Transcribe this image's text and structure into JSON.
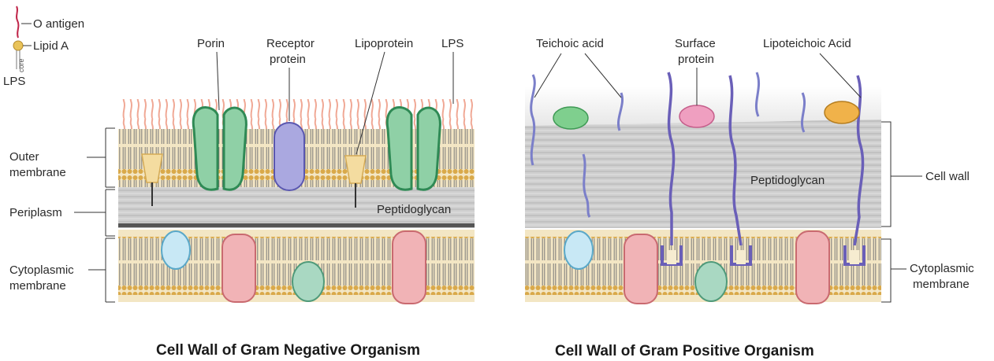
{
  "gram_negative": {
    "caption": "Cell Wall of Gram Negative Organism",
    "legend": {
      "o_antigen": "O antigen",
      "lipid_a": "Lipid A",
      "lps": "LPS",
      "core": "core"
    },
    "labels": {
      "porin": "Porin",
      "receptor_line1": "Receptor",
      "receptor_line2": "protein",
      "lipoprotein": "Lipoprotein",
      "lps": "LPS",
      "outer_line1": "Outer",
      "outer_line2": "membrane",
      "periplasm": "Periplasm",
      "peptidoglycan": "Peptidoglycan",
      "cyto_line1": "Cytoplasmic",
      "cyto_line2": "membrane"
    }
  },
  "gram_positive": {
    "caption": "Cell Wall of Gram Positive Organism",
    "labels": {
      "teichoic": "Teichoic acid",
      "surface_line1": "Surface",
      "surface_line2": "protein",
      "lipoteichoic": "Lipoteichoic Acid",
      "peptidoglycan": "Peptidoglycan",
      "cell_wall": "Cell wall",
      "cyto_line1": "Cytoplasmic",
      "cyto_line2": "membrane"
    }
  },
  "colors": {
    "membrane_gold": "#e8c983",
    "lps_pink": "#f2b9a8",
    "porin_green": "#5fb07a",
    "receptor_purple": "#9a98d6",
    "lipoprotein_cream": "#f4dca0",
    "peptidoglycan_gray": "#c9c9c9",
    "pink_protein": "#e79da2",
    "lightblue_protein": "#b7dff0",
    "teal_protein": "#8fc8b0",
    "teichoic_blue": "#7b7fc9",
    "orange_protein": "#e3a53a"
  }
}
